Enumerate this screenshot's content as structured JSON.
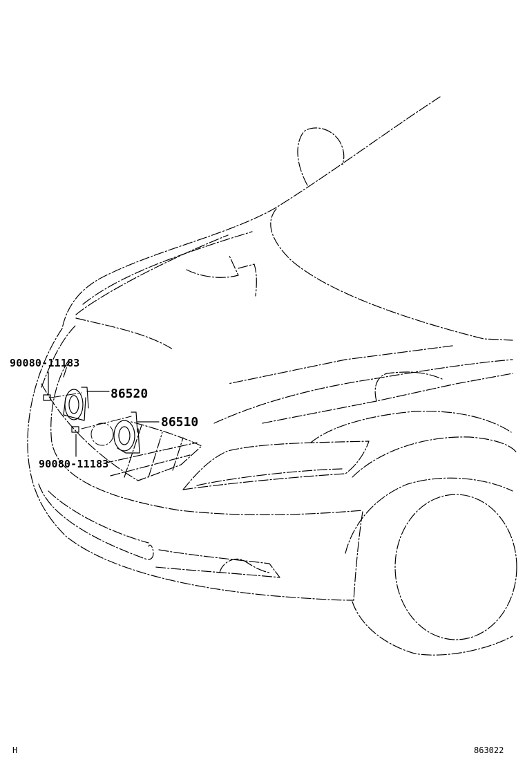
{
  "diagram": {
    "callouts": {
      "bolt_upper": "90080-11183",
      "horn_high": "86520",
      "horn_low": "86510",
      "bolt_lower": "90080-11183"
    },
    "footer": {
      "left_code": "H",
      "illustration_number": "863022"
    }
  }
}
